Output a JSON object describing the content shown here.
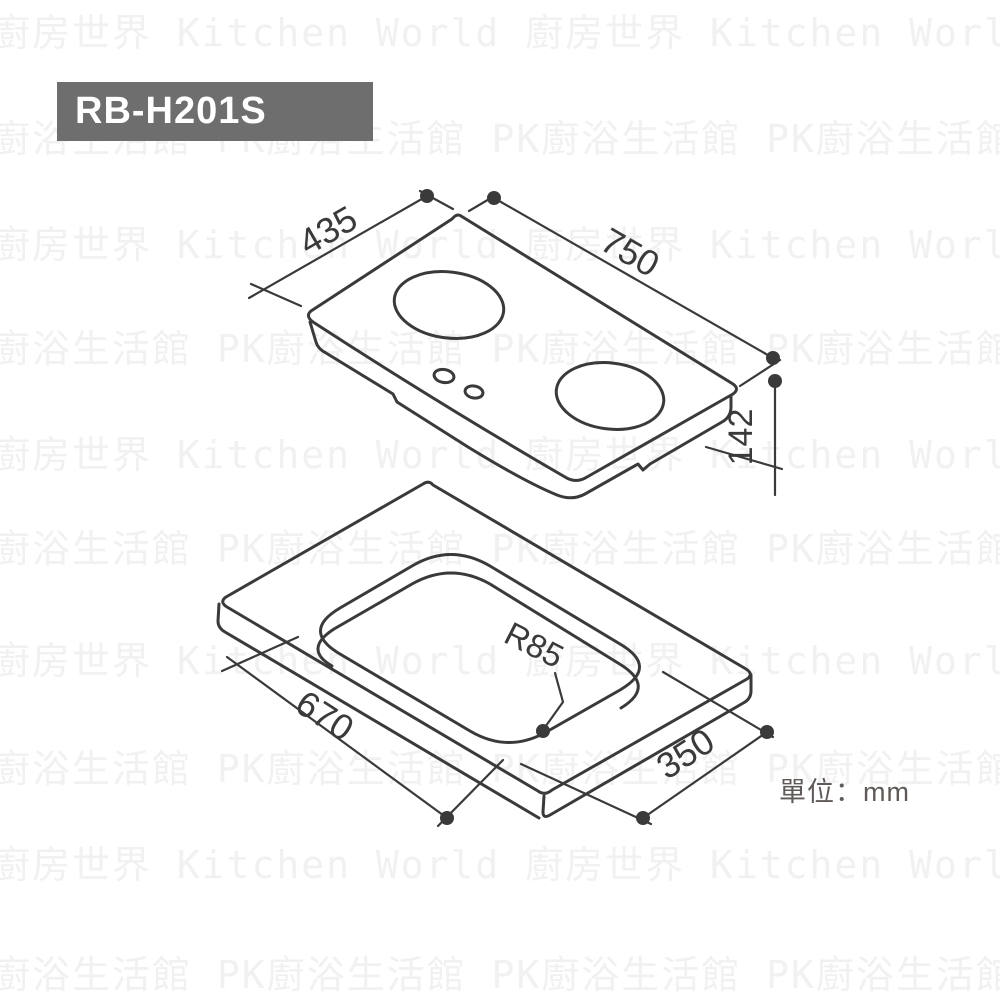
{
  "model_label": {
    "text": "RB-H201S",
    "bg_color": "#6e6e6e",
    "text_color": "#ffffff"
  },
  "units_note": {
    "text": "單位：mm",
    "color": "#5f5a57"
  },
  "watermark": {
    "color": "#f1f1f1",
    "line_kitchen_world": "廚房世界 Kitchen World  廚房世界 Kitchen World",
    "line_pk": "廚浴生活館 PK廚浴生活館 PK廚浴生活館 PK廚浴生活館"
  },
  "diagram": {
    "line_color": "#3a3a3a",
    "top_view": {
      "title": "hob isometric view with two burners",
      "dimensions": {
        "depth_mm": "435",
        "width_mm": "750",
        "height_mm": "142"
      }
    },
    "cutout_view": {
      "title": "countertop cutout isometric view",
      "dimensions": {
        "length_mm": "670",
        "width_mm": "350",
        "corner_radius": "R85"
      }
    }
  }
}
